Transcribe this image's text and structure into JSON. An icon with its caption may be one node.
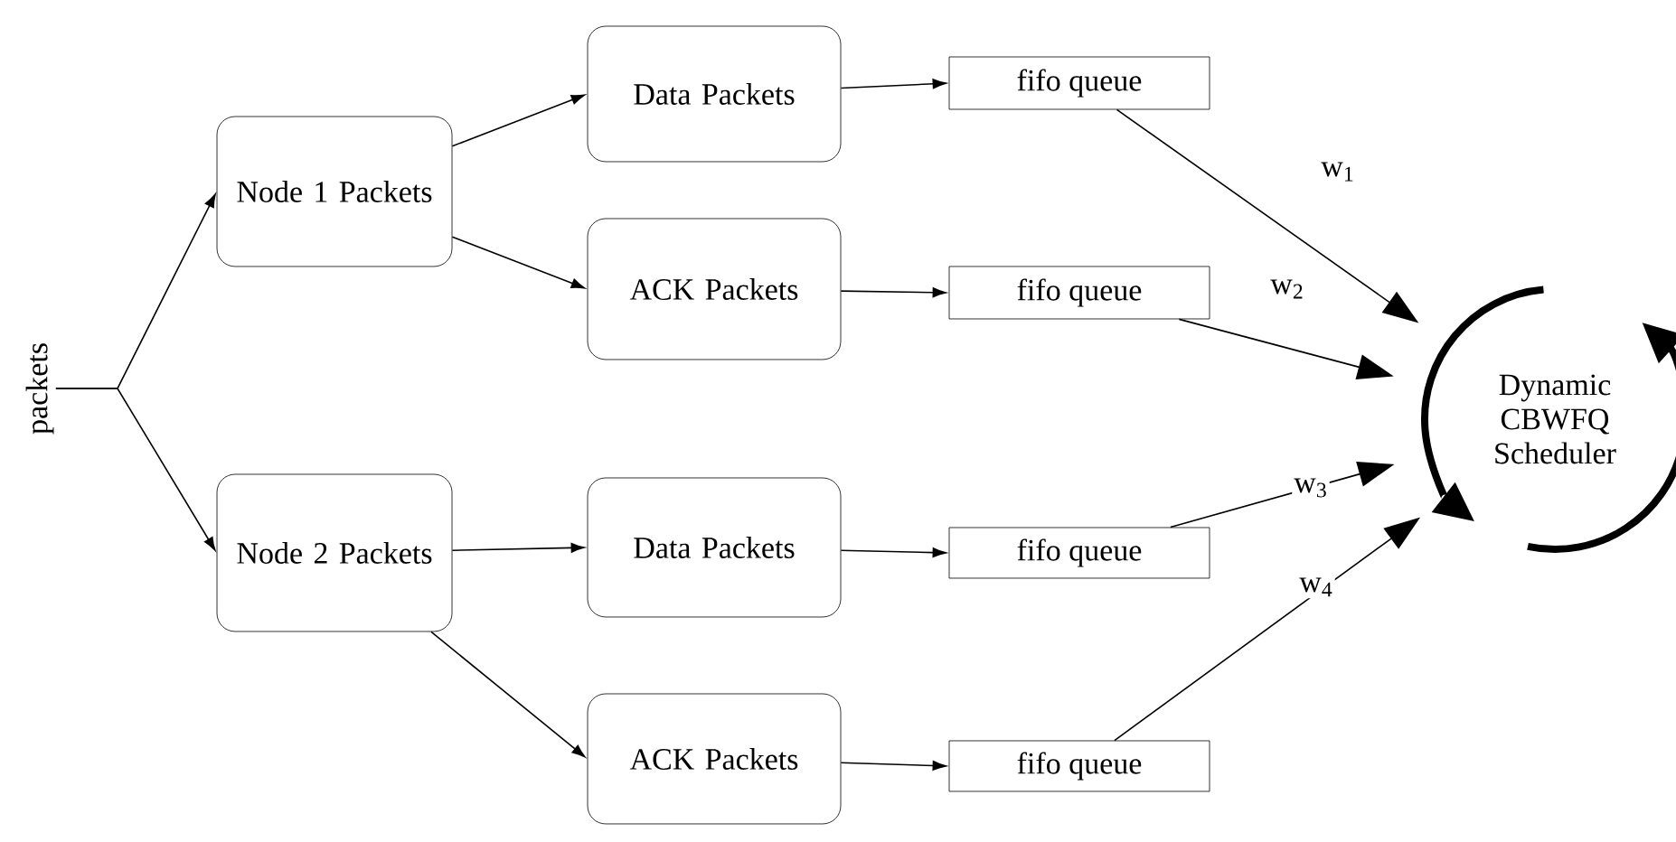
{
  "diagram": {
    "nodes": [
      {
        "text": [
          "packets"
        ]
      },
      {
        "text": [
          "Node 1 Packets"
        ]
      },
      {
        "text": [
          "Data Packets"
        ]
      },
      {
        "text": [
          "ACK Packets"
        ]
      },
      {
        "text": [
          "fifo queue"
        ]
      },
      {
        "text": [
          "fifo queue"
        ]
      },
      {
        "text": [
          "Node 2 Packets"
        ]
      },
      {
        "text": [
          "Data Packets"
        ]
      },
      {
        "text": [
          "ACK Packets"
        ]
      },
      {
        "text": [
          "fifo queue"
        ]
      },
      {
        "text": [
          "fifo queue"
        ]
      },
      {
        "text": [
          "Dynamic CBWFQ Scheduler"
        ]
      }
    ],
    "edges": [
      {
        "from": 0,
        "to": 1,
        "arrow": "to"
      },
      {
        "from": 0,
        "to": 6,
        "arrow": "to"
      },
      {
        "from": 1,
        "to": 2,
        "arrow": "to"
      },
      {
        "from": 1,
        "to": 3,
        "arrow": "to"
      },
      {
        "from": 2,
        "to": 4,
        "arrow": "to"
      },
      {
        "from": 3,
        "to": 5,
        "arrow": "to"
      },
      {
        "from": 6,
        "to": 7,
        "arrow": "to"
      },
      {
        "from": 6,
        "to": 8,
        "arrow": "to"
      },
      {
        "from": 7,
        "to": 9,
        "arrow": "to"
      },
      {
        "from": 8,
        "to": 10,
        "arrow": "to"
      },
      {
        "from": 4,
        "to": 11,
        "label": "w$_{1}$",
        "arrow": "to"
      },
      {
        "from": 5,
        "to": 11,
        "label": "w$_{2}$",
        "arrow": "to"
      },
      {
        "from": 9,
        "to": 11,
        "label": "w$_{3}$",
        "arrow": "to"
      },
      {
        "from": 10,
        "to": 11,
        "label": "w$_{4}$",
        "arrow": "to"
      }
    ]
  }
}
